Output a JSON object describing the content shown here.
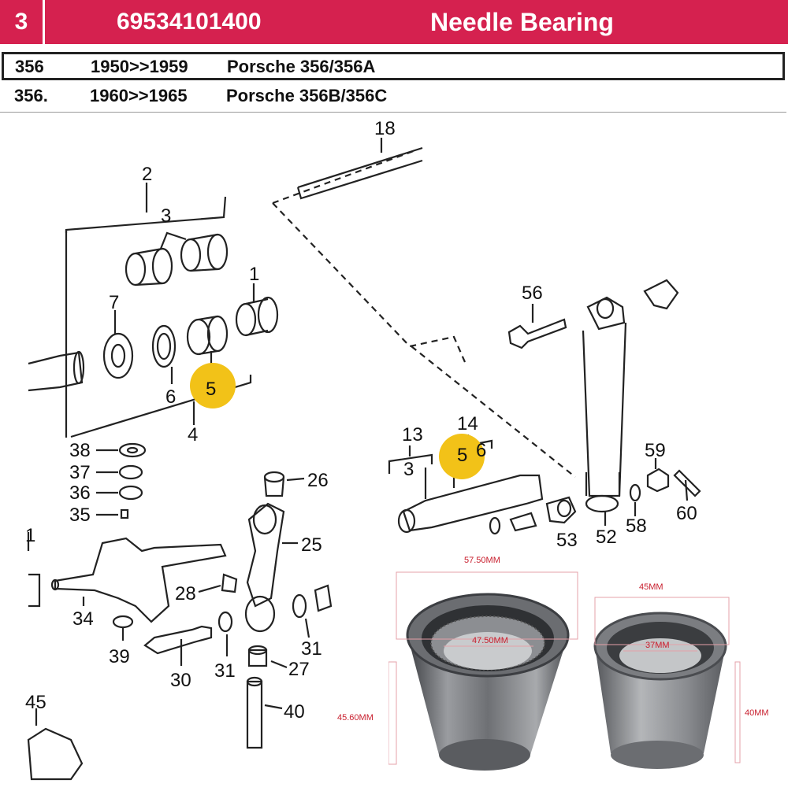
{
  "header": {
    "index": "3",
    "part_number": "69534101400",
    "name": "Needle Bearing"
  },
  "applications": [
    {
      "code": "356",
      "years": "1950>>1959",
      "model": "Porsche 356/356A"
    },
    {
      "code": "356.",
      "years": "1960>>1965",
      "model": "Porsche 356B/356C"
    }
  ],
  "diagram_labels": {
    "l18": "18",
    "l2": "2",
    "l3a": "3",
    "l1a": "1",
    "l7": "7",
    "l6": "6",
    "l5a": "5",
    "l4": "4",
    "l38": "38",
    "l37": "37",
    "l36": "36",
    "l35": "35",
    "l26": "26",
    "l25": "25",
    "l1b": "1",
    "l34": "34",
    "l28": "28",
    "l39": "39",
    "l30": "30",
    "l31a": "31",
    "l31b": "31",
    "l27": "27",
    "l40": "40",
    "l45": "45",
    "l56": "56",
    "l13": "13",
    "l14": "14",
    "l3b": "3",
    "l5b": "5",
    "l6b": "6",
    "l59": "59",
    "l58": "58",
    "l60": "60",
    "l52": "52",
    "l53": "53"
  },
  "dimensions": {
    "outer_width": "57.50MM",
    "inner_width": "47.50MM",
    "outer_height": "45.60MM",
    "small_outer": "45MM",
    "small_inner": "37MM",
    "small_height": "40MM"
  },
  "colors": {
    "header": "#d5214f",
    "highlight": "#f2c218",
    "dimension": "#c81e2d"
  }
}
